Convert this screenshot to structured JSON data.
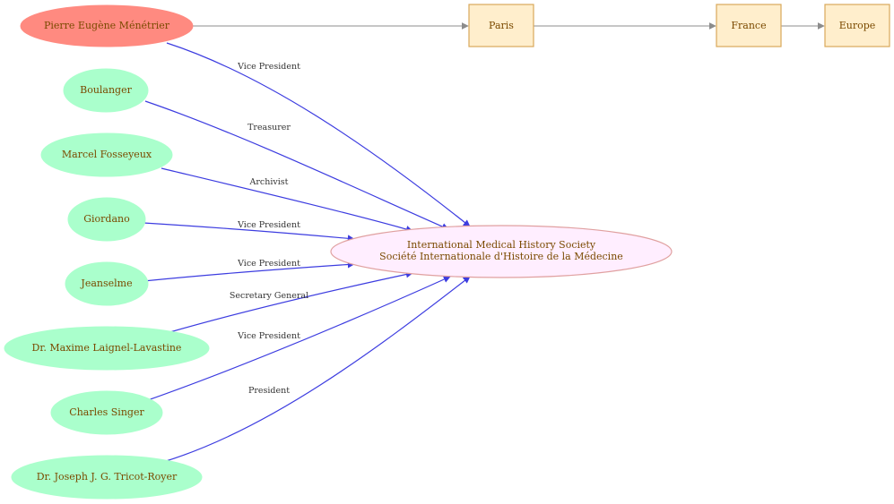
{
  "colors": {
    "person_fill": "#aaffcc",
    "highlight_fill": "#ff8a80",
    "society_fill": "#ffeeff",
    "society_stroke": "#e0a0a0",
    "place_fill": "#ffeecc",
    "place_stroke": "#d9a85a",
    "role_edge": "#3c3ce0",
    "place_edge": "#8c8c8c",
    "text": "#7a4a00"
  },
  "society": {
    "line1": "International Medical History Society",
    "line2": "Société Internationale d'Histoire de la Médecine"
  },
  "places": [
    {
      "label": "Paris"
    },
    {
      "label": "France"
    },
    {
      "label": "Europe"
    }
  ],
  "people": [
    {
      "name": "Pierre Eugène Ménétrier",
      "role": "Vice President",
      "highlight": true
    },
    {
      "name": "Boulanger",
      "role": "Treasurer",
      "highlight": false
    },
    {
      "name": "Marcel Fosseyeux",
      "role": "Archivist",
      "highlight": false
    },
    {
      "name": "Giordano",
      "role": "Vice President",
      "highlight": false
    },
    {
      "name": "Jeanselme",
      "role": "Vice President",
      "highlight": false
    },
    {
      "name": "Dr. Maxime Laignel-Lavastine",
      "role": "Secretary General",
      "highlight": false
    },
    {
      "name": "Charles Singer",
      "role": "Vice President",
      "highlight": false
    },
    {
      "name": "Dr. Joseph J. G. Tricot-Royer",
      "role": "President",
      "highlight": false
    }
  ]
}
